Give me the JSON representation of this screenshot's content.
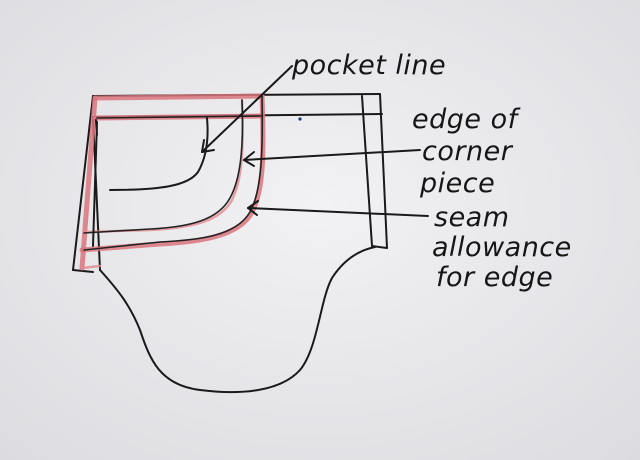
{
  "labels": {
    "pocket_line": "pocket line",
    "edge_of_corner_piece": [
      "edge of",
      "corner",
      "piece"
    ],
    "seam_allowance": [
      "seam",
      "allowance",
      "for edge"
    ]
  },
  "colors": {
    "paper": "#e9e9ec",
    "ink": "#1a1a1a",
    "red_marker": "#d9747c"
  }
}
